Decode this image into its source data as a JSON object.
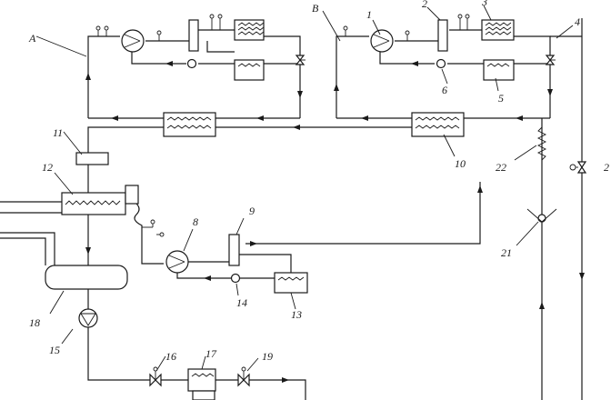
{
  "labels": {
    "A": "A",
    "B": "B",
    "n1": "1",
    "n2": "2",
    "n3": "3",
    "n4": "4",
    "n5": "5",
    "n6": "6",
    "n8": "8",
    "n9": "9",
    "n10": "10",
    "n11": "11",
    "n12": "12",
    "n13": "13",
    "n14": "14",
    "n15": "15",
    "n16": "16",
    "n17": "17",
    "n18": "18",
    "n19": "19",
    "n21": "21",
    "n22": "22",
    "n2r": "2"
  },
  "colors": {
    "line": "#1a1a1a",
    "background": "#ffffff"
  }
}
